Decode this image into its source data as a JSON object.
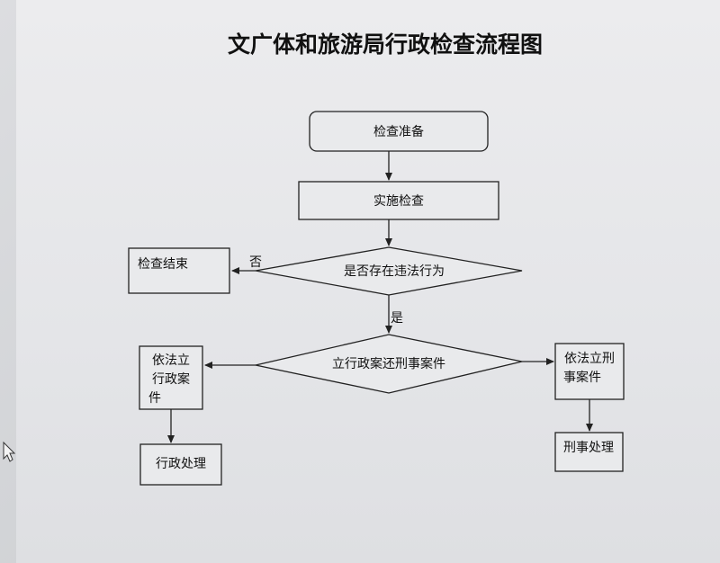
{
  "title": "文广体和旅游局行政检查流程图",
  "nodes": {
    "prepare": "检查准备",
    "implement": "实施检查",
    "decision_violation": "是否存在违法行为",
    "end": "检查结束",
    "decision_case": "立行政案还刑事案件",
    "admin_case_line1": "依法立",
    "admin_case_line2": "行政案",
    "admin_case_line3": "件",
    "criminal_case_line1": "依法立刑",
    "criminal_case_line2": "事案件",
    "admin_handle": "行政处理",
    "criminal_handle": "刑事处理"
  },
  "edges": {
    "no": "否",
    "yes": "是"
  },
  "colors": {
    "stroke": "#222222",
    "box_fill": "#e9eaec",
    "background": "#e4e5e8"
  }
}
